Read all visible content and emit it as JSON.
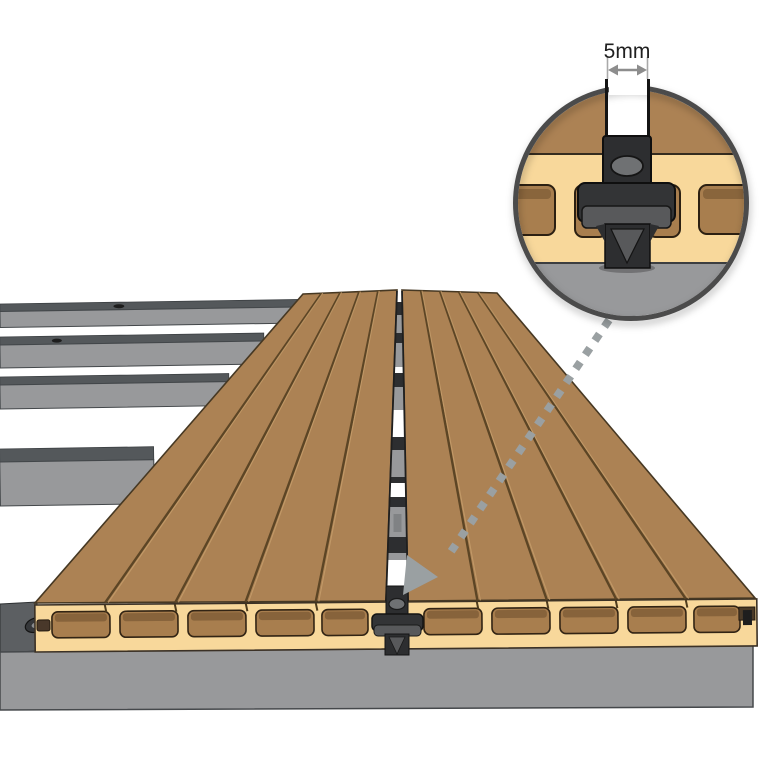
{
  "figure": {
    "subject": "deck-fastening-cutaway-illustration"
  },
  "callout": {
    "dimension_label": "5mm"
  },
  "icons": {
    "leader_arrow": "dotted-leader-arrow",
    "magnifier": "detail-callout-circle",
    "dimension_arrow": "double-headed-arrow",
    "screw": "screw-head",
    "clip": "hidden-t-clip-fastener"
  },
  "colors": {
    "board_top": "#ac8254",
    "board_groove": "#5c4525",
    "board_section": "#f8d89b",
    "chamber": "#a87e4e",
    "joist_face": "#98999b",
    "joist_top": "#54585b",
    "clip_dark": "#2d2e30",
    "clip_mid": "#58595b",
    "leader": "#9aa0a2",
    "circle_border": "#4b4b4b",
    "label_text": "#202020"
  }
}
